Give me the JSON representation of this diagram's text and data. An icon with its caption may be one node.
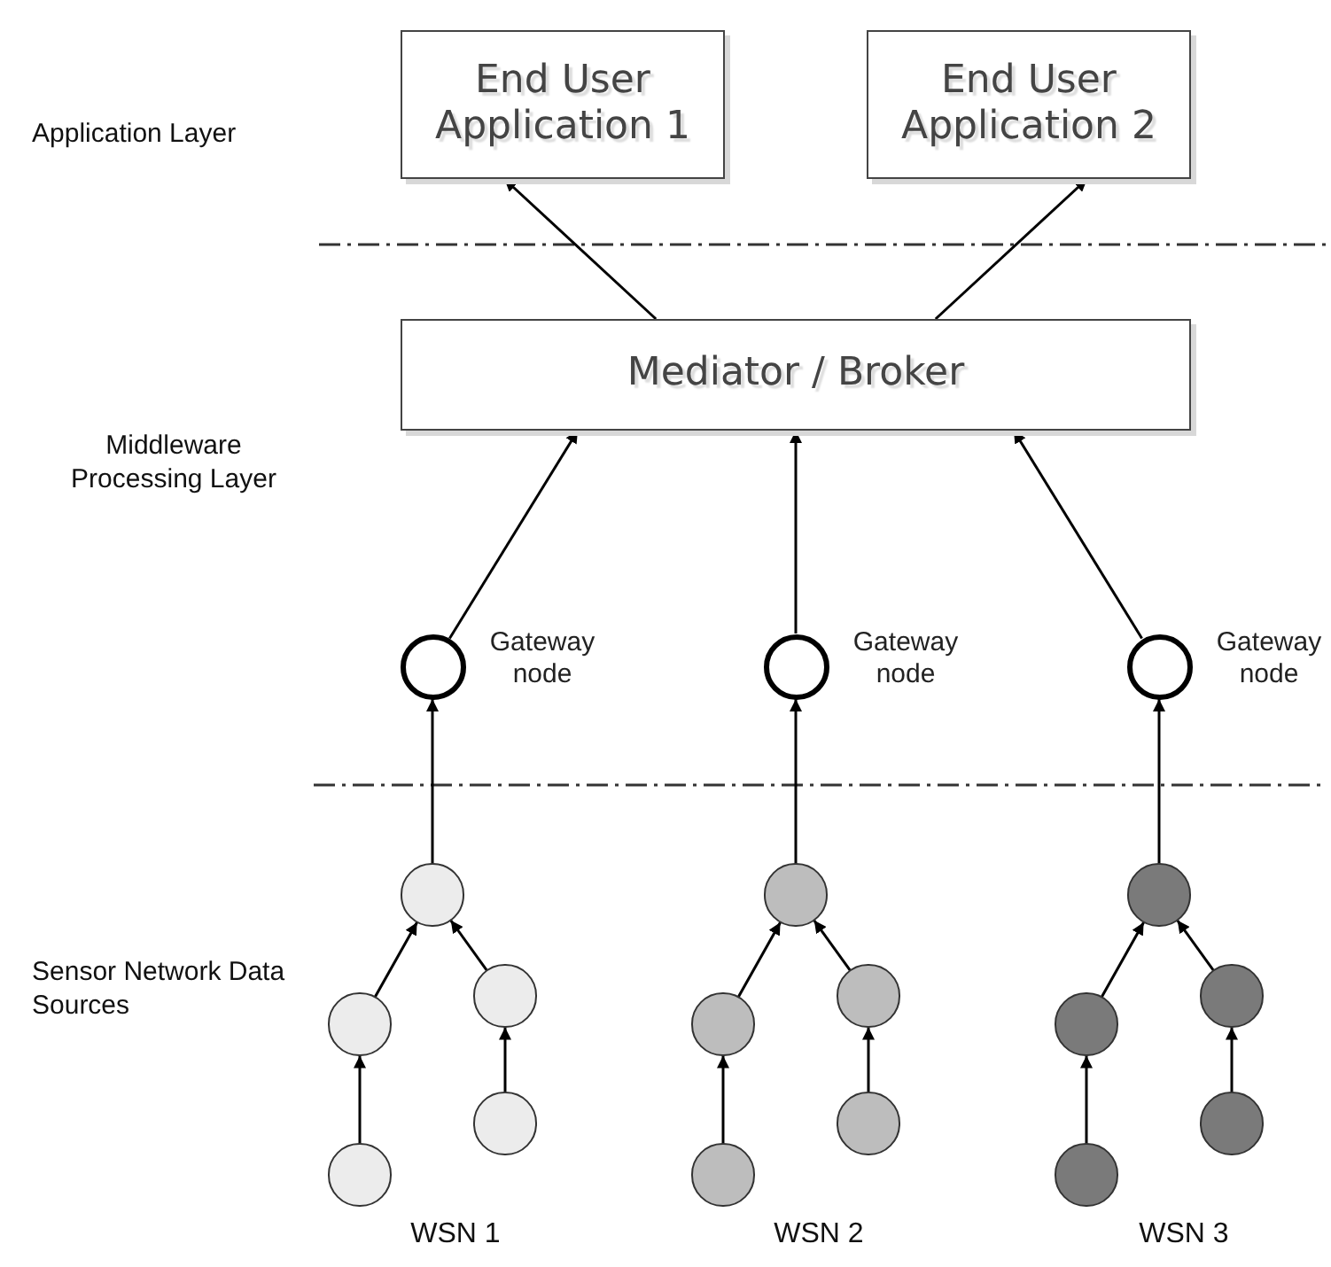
{
  "diagram": {
    "nodes": [
      {
        "text": [
          "End User Application 1"
        ]
      },
      {
        "text": [
          "End User Application 2"
        ]
      },
      {
        "text": [
          "Mediator / Broker"
        ]
      },
      {
        "text": [],
        "shape": "circle",
        "beside": [
          "Gateway node"
        ]
      },
      {
        "text": [],
        "shape": "circle",
        "beside": [
          "Gateway node"
        ]
      },
      {
        "text": [],
        "shape": "circle",
        "beside": [
          "Gateway node"
        ]
      },
      {
        "text": [],
        "shape": "circle"
      },
      {
        "text": [],
        "shape": "circle"
      },
      {
        "text": [],
        "shape": "circle"
      },
      {
        "text": [],
        "shape": "circle"
      },
      {
        "text": [],
        "shape": "circle"
      },
      {
        "text": [],
        "shape": "circle"
      },
      {
        "text": [],
        "shape": "circle"
      },
      {
        "text": [],
        "shape": "circle"
      },
      {
        "text": [],
        "shape": "circle"
      },
      {
        "text": [],
        "shape": "circle"
      },
      {
        "text": [],
        "shape": "circle"
      },
      {
        "text": [],
        "shape": "circle"
      },
      {
        "text": [],
        "shape": "circle"
      },
      {
        "text": [],
        "shape": "circle"
      },
      {
        "text": [],
        "shape": "circle"
      }
    ],
    "edges": [
      {
        "from": 2,
        "to": 0,
        "arrow": "to"
      },
      {
        "from": 2,
        "to": 1,
        "arrow": "to"
      },
      {
        "from": 3,
        "to": 2,
        "arrow": "to"
      },
      {
        "from": 4,
        "to": 2,
        "arrow": "to"
      },
      {
        "from": 5,
        "to": 2,
        "arrow": "to"
      },
      {
        "from": 6,
        "to": 3,
        "arrow": "to"
      },
      {
        "from": 7,
        "to": 6,
        "arrow": "to"
      },
      {
        "from": 8,
        "to": 6,
        "arrow": "to"
      },
      {
        "from": 9,
        "to": 7,
        "arrow": "to"
      },
      {
        "from": 10,
        "to": 8,
        "arrow": "to"
      },
      {
        "from": 11,
        "to": 4,
        "arrow": "to"
      },
      {
        "from": 12,
        "to": 11,
        "arrow": "to"
      },
      {
        "from": 13,
        "to": 11,
        "arrow": "to"
      },
      {
        "from": 14,
        "to": 12,
        "arrow": "to"
      },
      {
        "from": 15,
        "to": 13,
        "arrow": "to"
      },
      {
        "from": 16,
        "to": 5,
        "arrow": "to"
      },
      {
        "from": 17,
        "to": 16,
        "arrow": "to"
      },
      {
        "from": 18,
        "to": 16,
        "arrow": "to"
      },
      {
        "from": 19,
        "to": 17,
        "arrow": "to"
      },
      {
        "from": 20,
        "to": 18,
        "arrow": "to"
      }
    ],
    "labels": [
      "Application Layer",
      "Middleware Processing Layer",
      "Sensor Network Data Sources",
      "WSN 1",
      "WSN 2",
      "WSN 3"
    ]
  }
}
